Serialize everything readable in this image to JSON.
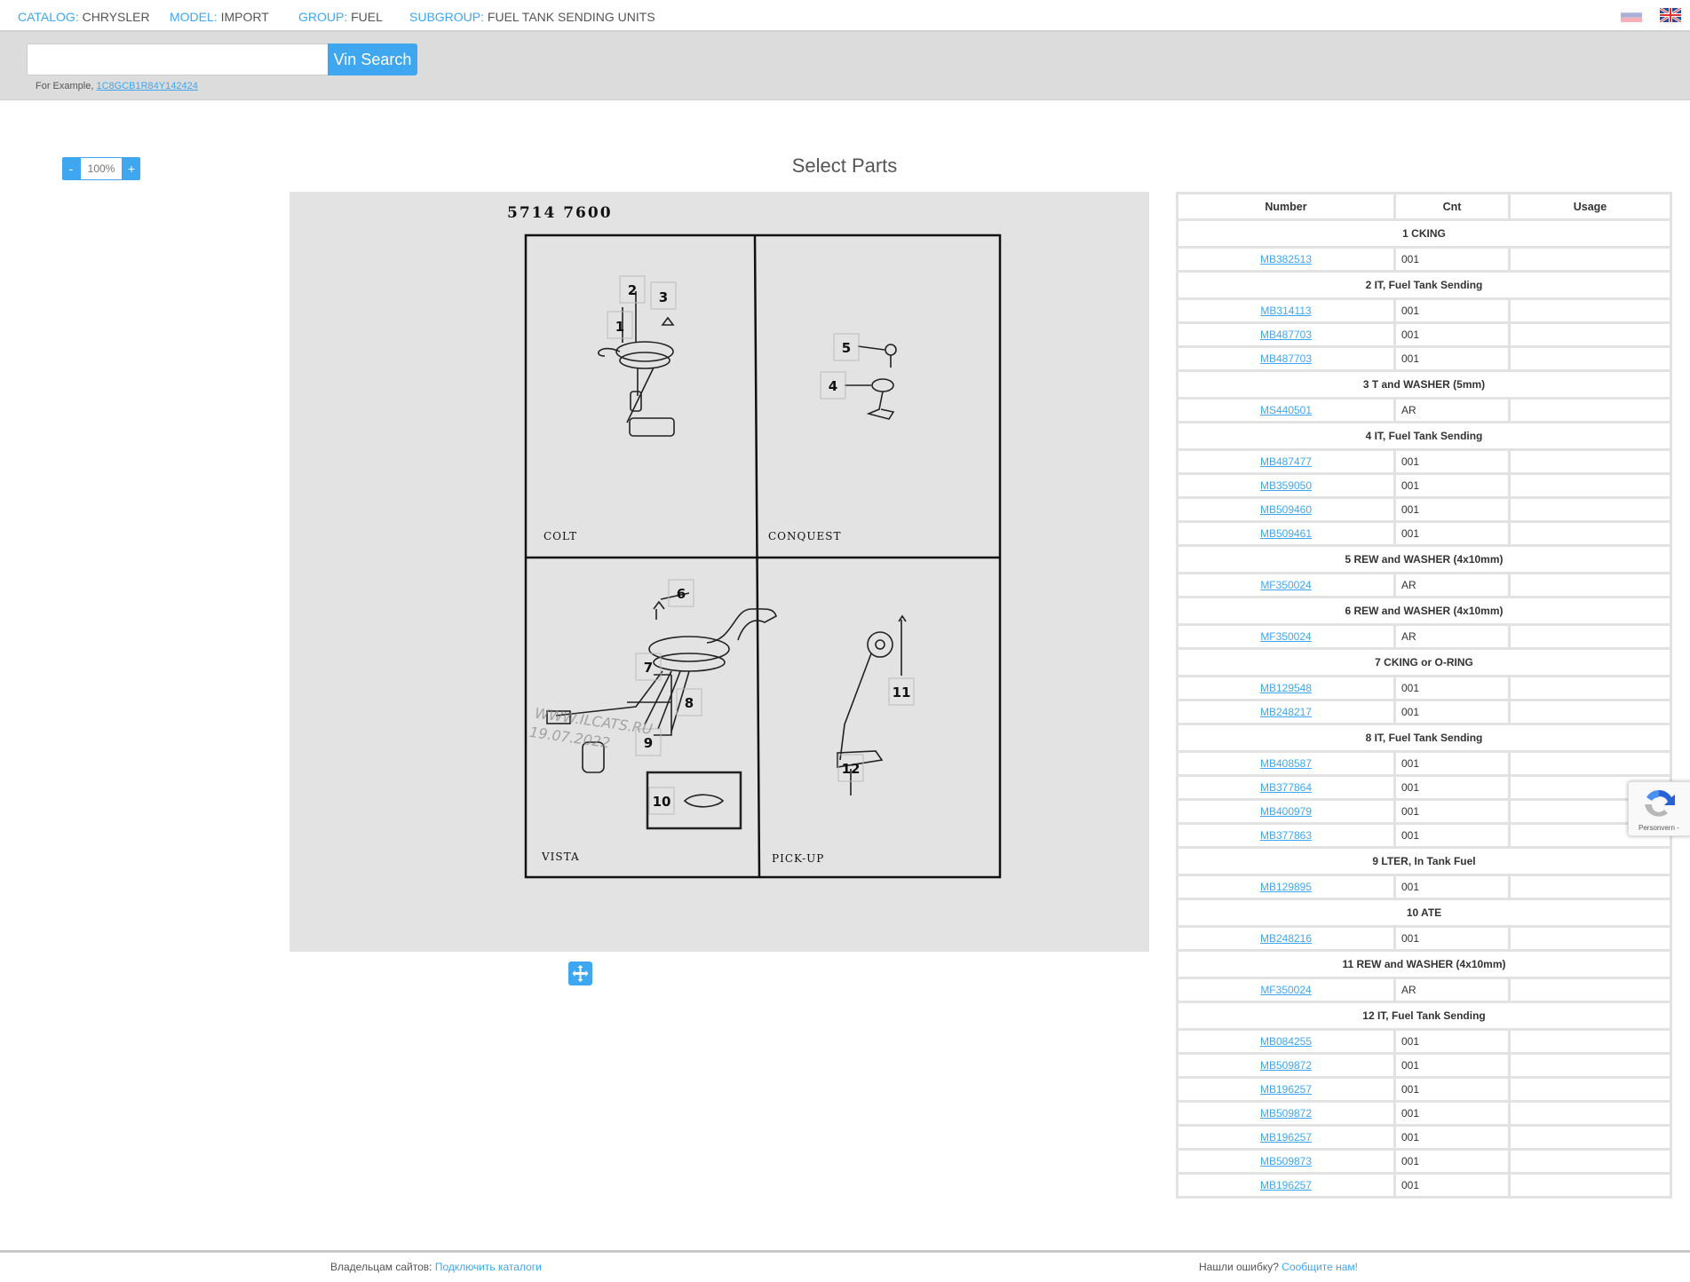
{
  "breadcrumb": [
    {
      "key": "CATALOG:",
      "value": "CHRYSLER"
    },
    {
      "key": "MODEL:",
      "value": "IMPORT"
    },
    {
      "key": "GROUP:",
      "value": "FUEL"
    },
    {
      "key": "SUBGROUP:",
      "value": "FUEL TANK SENDING UNITS"
    }
  ],
  "languages": [
    "ru-flag-icon",
    "uk-flag-icon"
  ],
  "search": {
    "value": "",
    "placeholder": "",
    "button": "Vin Search",
    "example_label": "For Example,",
    "example_vin": "1C8GCB1R84Y142424"
  },
  "zoom": {
    "minus": "-",
    "value": "100%",
    "plus": "+"
  },
  "title": "Select Parts",
  "diagram": {
    "code": "5714 7600",
    "panels": [
      "COLT",
      "CONQUEST",
      "VISTA",
      "PICK-UP"
    ],
    "callouts": [
      "1",
      "2",
      "3",
      "4",
      "5",
      "6",
      "7",
      "8",
      "9",
      "10",
      "11",
      "12"
    ],
    "watermark": [
      "WWW.ILCATS.RU",
      "19.07.2022"
    ]
  },
  "table": {
    "headers": [
      "Number",
      "Cnt",
      "Usage"
    ],
    "groups": [
      {
        "title": "1 CKING",
        "items": [
          [
            "MB382513",
            "001"
          ]
        ]
      },
      {
        "title": "2 IT, Fuel Tank Sending",
        "items": [
          [
            "MB314113",
            "001"
          ],
          [
            "MB487703",
            "001"
          ],
          [
            "MB487703",
            "001"
          ]
        ]
      },
      {
        "title": "3 T and WASHER (5mm)",
        "items": [
          [
            "MS440501",
            "AR"
          ]
        ]
      },
      {
        "title": "4 IT, Fuel Tank Sending",
        "items": [
          [
            "MB487477",
            "001"
          ],
          [
            "MB359050",
            "001"
          ],
          [
            "MB509460",
            "001"
          ],
          [
            "MB509461",
            "001"
          ]
        ]
      },
      {
        "title": "5 REW and WASHER (4x10mm)",
        "items": [
          [
            "MF350024",
            "AR"
          ]
        ]
      },
      {
        "title": "6 REW and WASHER (4x10mm)",
        "items": [
          [
            "MF350024",
            "AR"
          ]
        ]
      },
      {
        "title": "7 CKING or O-RING",
        "items": [
          [
            "MB129548",
            "001"
          ],
          [
            "MB248217",
            "001"
          ]
        ]
      },
      {
        "title": "8 IT, Fuel Tank Sending",
        "items": [
          [
            "MB408587",
            "001"
          ],
          [
            "MB377864",
            "001"
          ],
          [
            "MB400979",
            "001"
          ],
          [
            "MB377863",
            "001"
          ]
        ]
      },
      {
        "title": "9 LTER, In Tank Fuel",
        "items": [
          [
            "MB129895",
            "001"
          ]
        ]
      },
      {
        "title": "10 ATE",
        "items": [
          [
            "MB248216",
            "001"
          ]
        ]
      },
      {
        "title": "11 REW and WASHER (4x10mm)",
        "items": [
          [
            "MF350024",
            "AR"
          ]
        ]
      },
      {
        "title": "12 IT, Fuel Tank Sending",
        "items": [
          [
            "MB084255",
            "001"
          ],
          [
            "MB509872",
            "001"
          ],
          [
            "MB196257",
            "001"
          ],
          [
            "MB509872",
            "001"
          ],
          [
            "MB196257",
            "001"
          ],
          [
            "MB509873",
            "001"
          ],
          [
            "MB196257",
            "001"
          ]
        ]
      }
    ]
  },
  "recaptcha": {
    "text": "Personvern -"
  },
  "footer": {
    "left_label": "Владельцам сайтов:",
    "left_link": "Подключить каталоги",
    "right_label": "Нашли ошибку?",
    "right_link": "Сообщите нам!"
  },
  "colors": {
    "accent": "#3ea7f0",
    "band": "#dcdcdc",
    "diagram_bg": "#e3e3e3"
  }
}
